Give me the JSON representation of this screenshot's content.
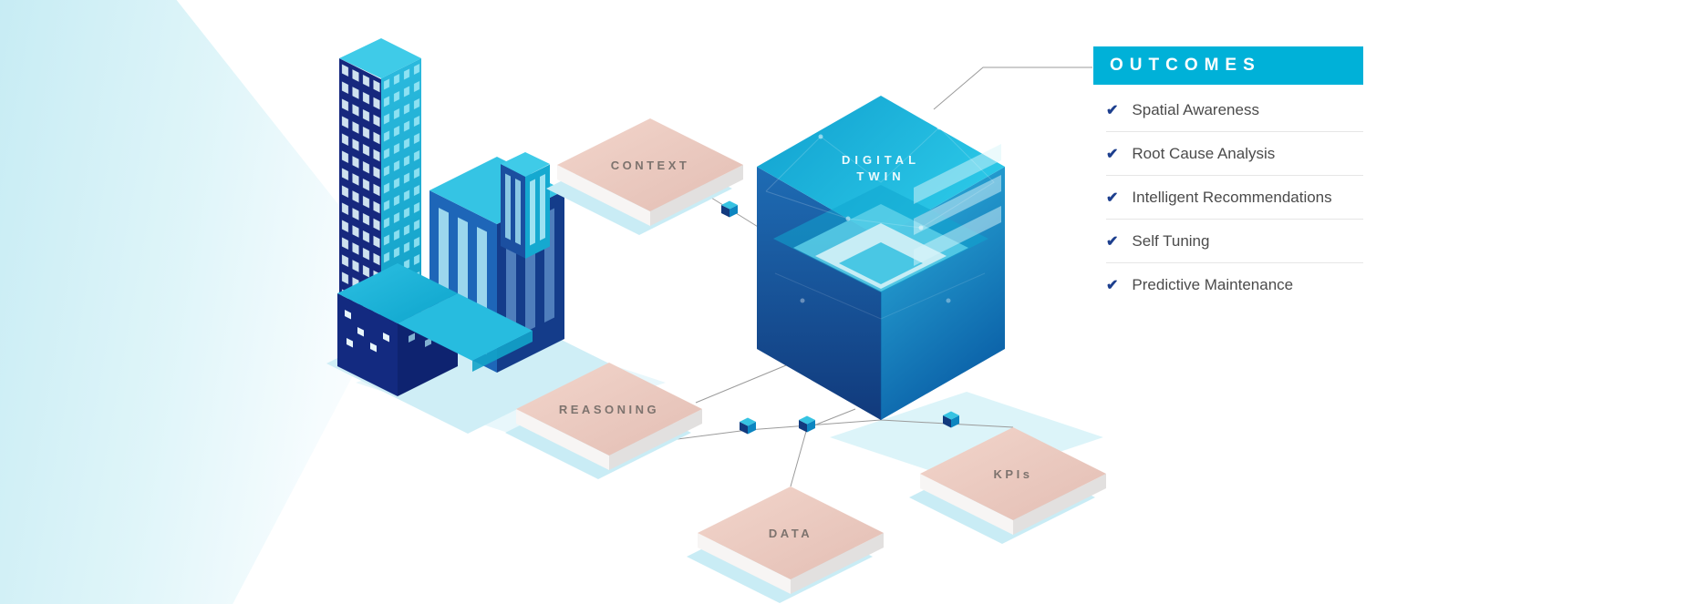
{
  "outcomes": {
    "title": "OUTCOMES",
    "items": [
      {
        "label": "Spatial Awareness"
      },
      {
        "label": "Root Cause Analysis"
      },
      {
        "label": "Intelligent Recommendations"
      },
      {
        "label": "Self Tuning"
      },
      {
        "label": "Predictive Maintenance"
      }
    ]
  },
  "diagram": {
    "center_node": {
      "line1": "DIGITAL",
      "line2": "TWIN"
    },
    "platforms": {
      "context": "CONTEXT",
      "reasoning": "REASONING",
      "data": "DATA",
      "kpis": "KPIs"
    }
  },
  "icons": {
    "check": "✔"
  },
  "colors": {
    "accent_cyan": "#00b1d8",
    "check_blue": "#1d3f8e",
    "navy_building": "#16287e",
    "bright_cyan": "#2cc3e4",
    "platform_pink": "#eac9c0",
    "shadow_cyan": "#c9ecf5",
    "connector_gray": "#9b9b9b"
  }
}
